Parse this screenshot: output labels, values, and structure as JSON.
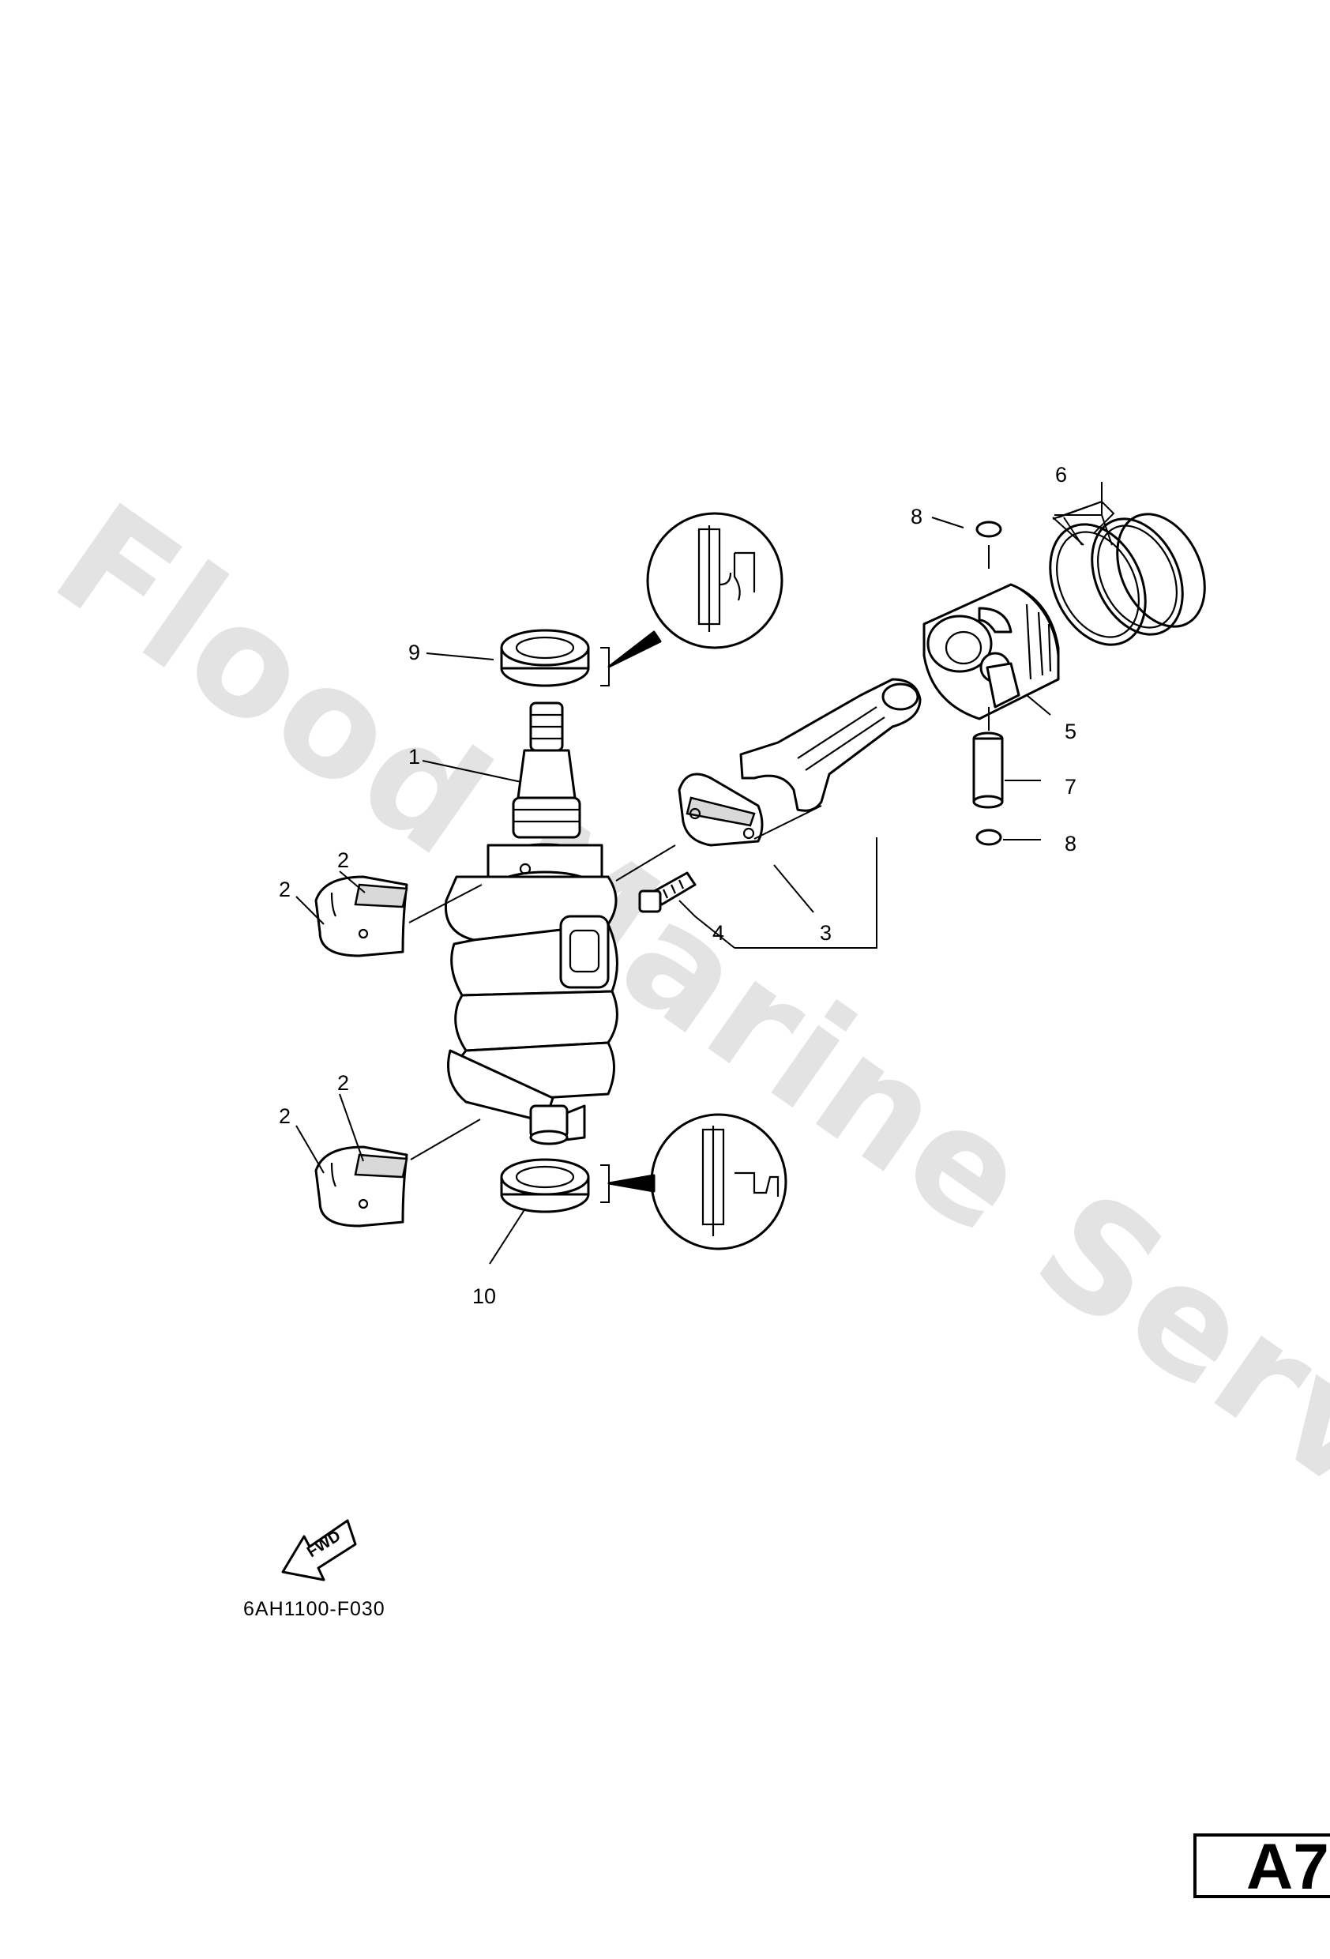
{
  "watermark": {
    "text": "Flood Marine Services"
  },
  "callouts": {
    "c1": "1",
    "c2a": "2",
    "c2b": "2",
    "c2c": "2",
    "c2d": "2",
    "c3": "3",
    "c4": "4",
    "c5": "5",
    "c6": "6",
    "c7": "7",
    "c8a": "8",
    "c8b": "8",
    "c9": "9",
    "c10": "10"
  },
  "orientation_arrow": {
    "label": "FWD",
    "icon": "fwd-arrow-icon"
  },
  "drawing_code": "6AH1100-F030",
  "page_badge": {
    "label": "A7"
  },
  "colors": {
    "line": "#000000",
    "watermark": "#e3e3e3",
    "background": "#ffffff"
  }
}
